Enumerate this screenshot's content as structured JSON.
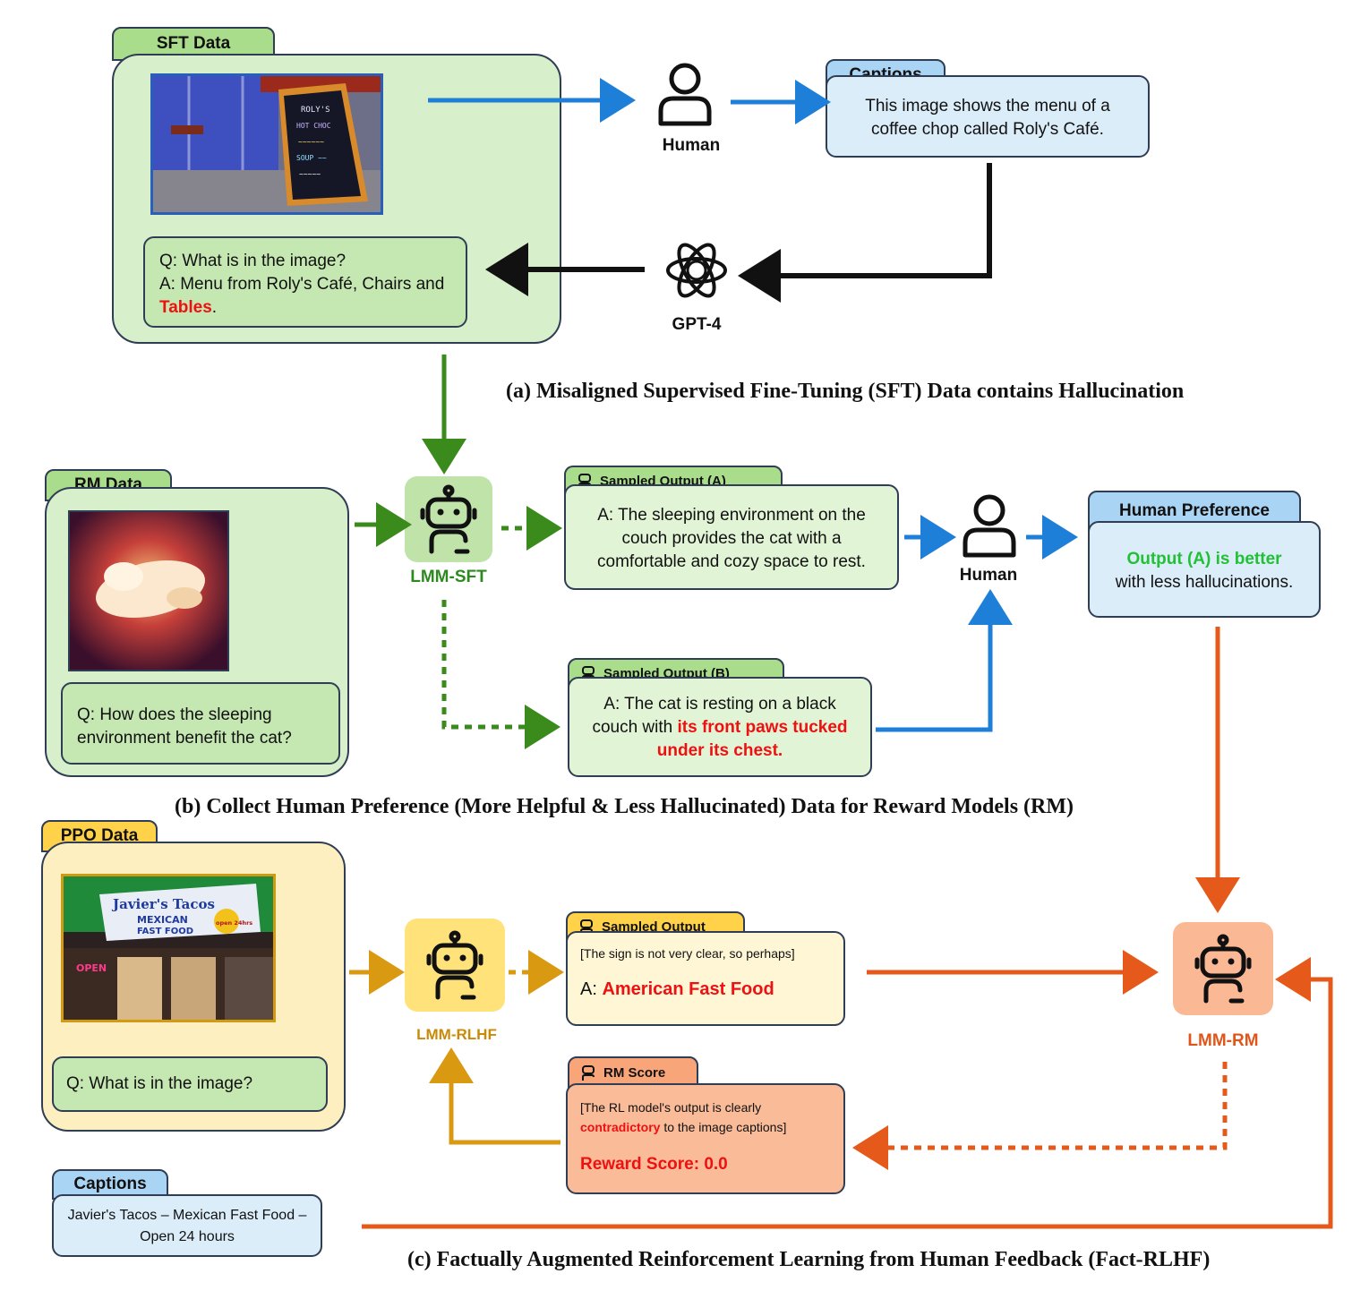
{
  "sft": {
    "tag": "SFT Data",
    "question": "Q: What is in the image?",
    "answer_prefix": "A: Menu from Roly's Café, Chairs and ",
    "answer_hallucination": "Tables",
    "answer_suffix": "."
  },
  "human_top": {
    "label": "Human"
  },
  "captions_top": {
    "tag": "Captions",
    "text": "This image shows the menu of  a coffee chop called Roly's Café."
  },
  "gpt4": {
    "label": "GPT-4"
  },
  "caption_a": "(a) Misaligned Supervised Fine-Tuning (SFT) Data contains Hallucination",
  "rm": {
    "tag": "RM Data",
    "question": "Q: How does the sleeping environment benefit the cat?"
  },
  "lmm_sft": {
    "label": "LMM-SFT"
  },
  "sampled_a": {
    "tag": "Sampled Output (A)",
    "text": "A: The sleeping environment on the couch provides the cat with a comfortable and cozy space to rest."
  },
  "sampled_b": {
    "tag": "Sampled Output (B)",
    "text_prefix": "A: The cat is resting on a black couch with ",
    "text_hallucination": "its front paws tucked under its chest."
  },
  "human_mid": {
    "label": "Human"
  },
  "preference": {
    "tag": "Human Preference",
    "highlight": "Output (A) is better",
    "rest": "with less hallucinations."
  },
  "caption_b": "(b) Collect Human Preference (More Helpful & Less Hallucinated) Data for Reward Models (RM)",
  "ppo": {
    "tag": "PPO Data",
    "question": "Q: What is in the image?",
    "sign_line1": "Javier's Tacos",
    "sign_line2": "MEXICAN",
    "sign_line3": "FAST FOOD",
    "sign_badge": "open 24hrs",
    "open_sign": "OPEN"
  },
  "lmm_rlhf": {
    "label": "LMM-RLHF"
  },
  "sampled_out": {
    "tag": "Sampled Output",
    "note": "[The sign is not very clear, so perhaps]",
    "answer_prefix": "A: ",
    "answer_hallucination": "American Fast Food"
  },
  "rm_score": {
    "tag": "RM Score",
    "note_prefix": "[The RL model's output is clearly ",
    "note_highlight": "contradictory",
    "note_suffix": " to the image captions]",
    "score": "Reward Score: 0.0"
  },
  "lmm_rm": {
    "label": "LMM-RM"
  },
  "captions_bottom": {
    "tag": "Captions",
    "text": "Javier's Tacos – Mexican Fast Food – Open 24 hours"
  },
  "caption_c": "(c) Factually Augmented Reinforcement Learning from Human Feedback (Fact-RLHF)",
  "colors": {
    "blue_arrow": "#1e7fd8",
    "green_arrow": "#3a8a1c",
    "orange_arrow": "#e55a1a",
    "gold_arrow": "#d99a12",
    "black_arrow": "#111111"
  }
}
